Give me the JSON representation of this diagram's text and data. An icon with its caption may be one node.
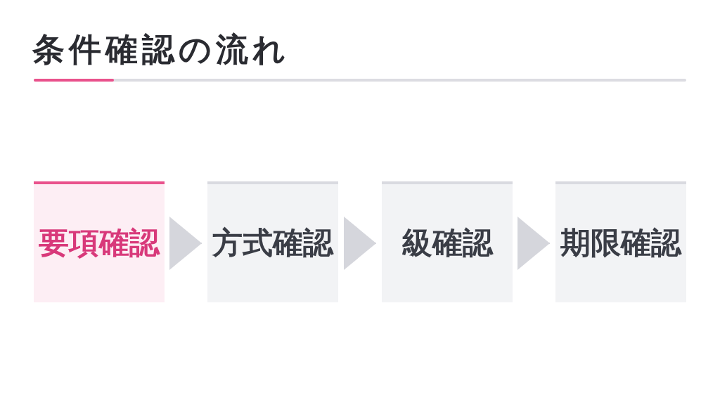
{
  "diagram": {
    "title": "条件確認の流れ",
    "nodes": [
      {
        "text": [
          "要項確認"
        ]
      },
      {
        "text": [
          "方式確認"
        ]
      },
      {
        "text": [
          "級確認"
        ]
      },
      {
        "text": [
          "期限確認"
        ]
      }
    ],
    "edges": [
      {
        "from": 0,
        "to": 1,
        "arrow": "to"
      },
      {
        "from": 1,
        "to": 2,
        "arrow": "to"
      },
      {
        "from": 2,
        "to": 3,
        "arrow": "to"
      }
    ]
  }
}
